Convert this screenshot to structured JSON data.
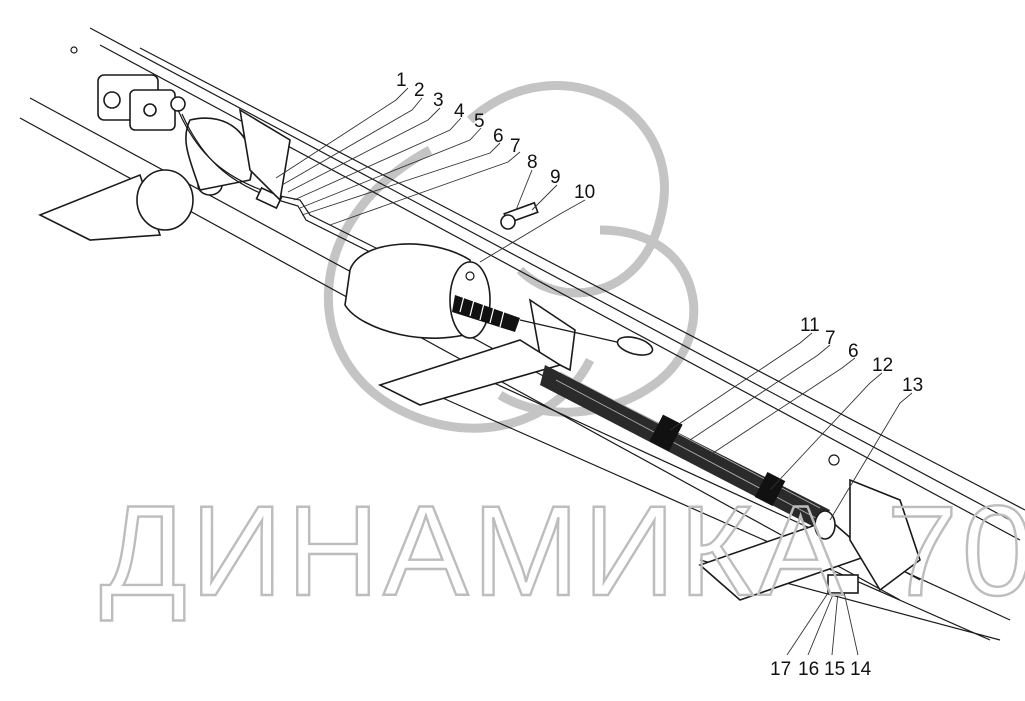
{
  "watermark": {
    "text": "ДИНАМИКА 70",
    "colors": {
      "logo_stroke": "#c4c4c4",
      "text_stroke": "#bdbdbd"
    }
  },
  "colors": {
    "line": "#1a1a1a",
    "background": "#ffffff"
  },
  "callouts_top": [
    "1",
    "2",
    "3",
    "4",
    "5",
    "6",
    "7",
    "8",
    "9",
    "10"
  ],
  "callouts_mid": [
    "11",
    "7",
    "6",
    "12",
    "13"
  ],
  "callouts_bottom": [
    "17",
    "16",
    "15",
    "14"
  ]
}
